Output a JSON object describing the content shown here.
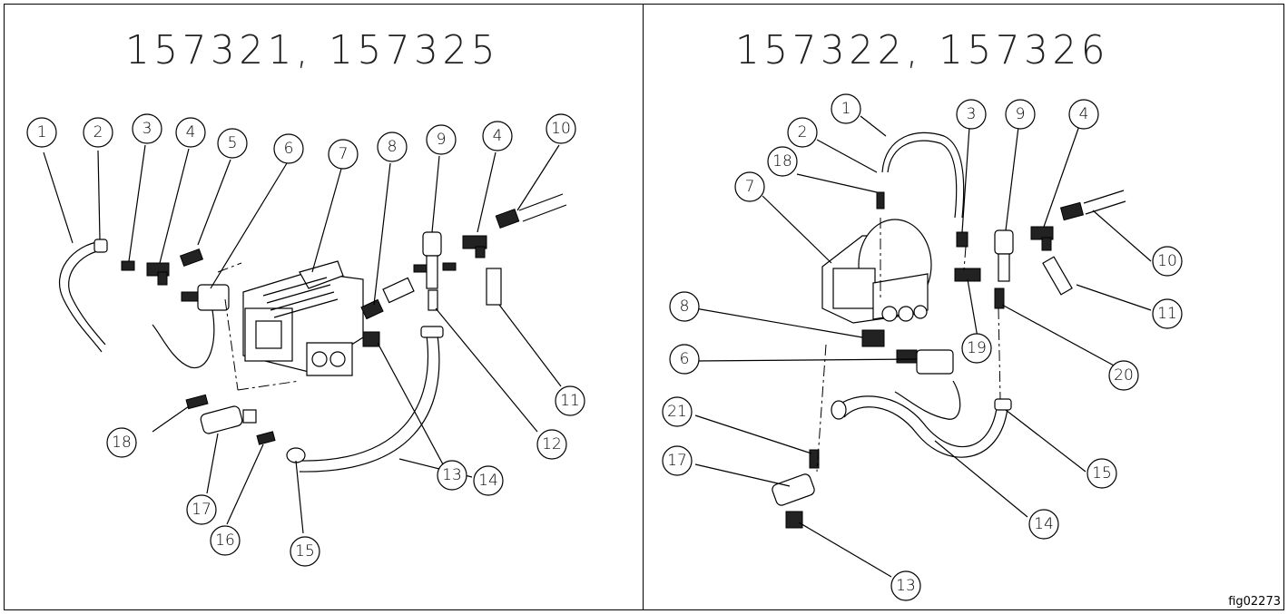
{
  "panels": {
    "left": {
      "title": "157321, 157325",
      "callouts": [
        "1",
        "2",
        "3",
        "4",
        "5",
        "6",
        "7",
        "8",
        "9",
        "4",
        "10",
        "18",
        "17",
        "16",
        "15",
        "14",
        "13",
        "12",
        "11"
      ]
    },
    "right": {
      "title": "157322, 157326",
      "callouts": [
        "1",
        "2",
        "18",
        "7",
        "3",
        "9",
        "4",
        "10",
        "11",
        "8",
        "19",
        "6",
        "20",
        "21",
        "17",
        "15",
        "14",
        "13"
      ]
    }
  },
  "figure_id": "fig02273"
}
